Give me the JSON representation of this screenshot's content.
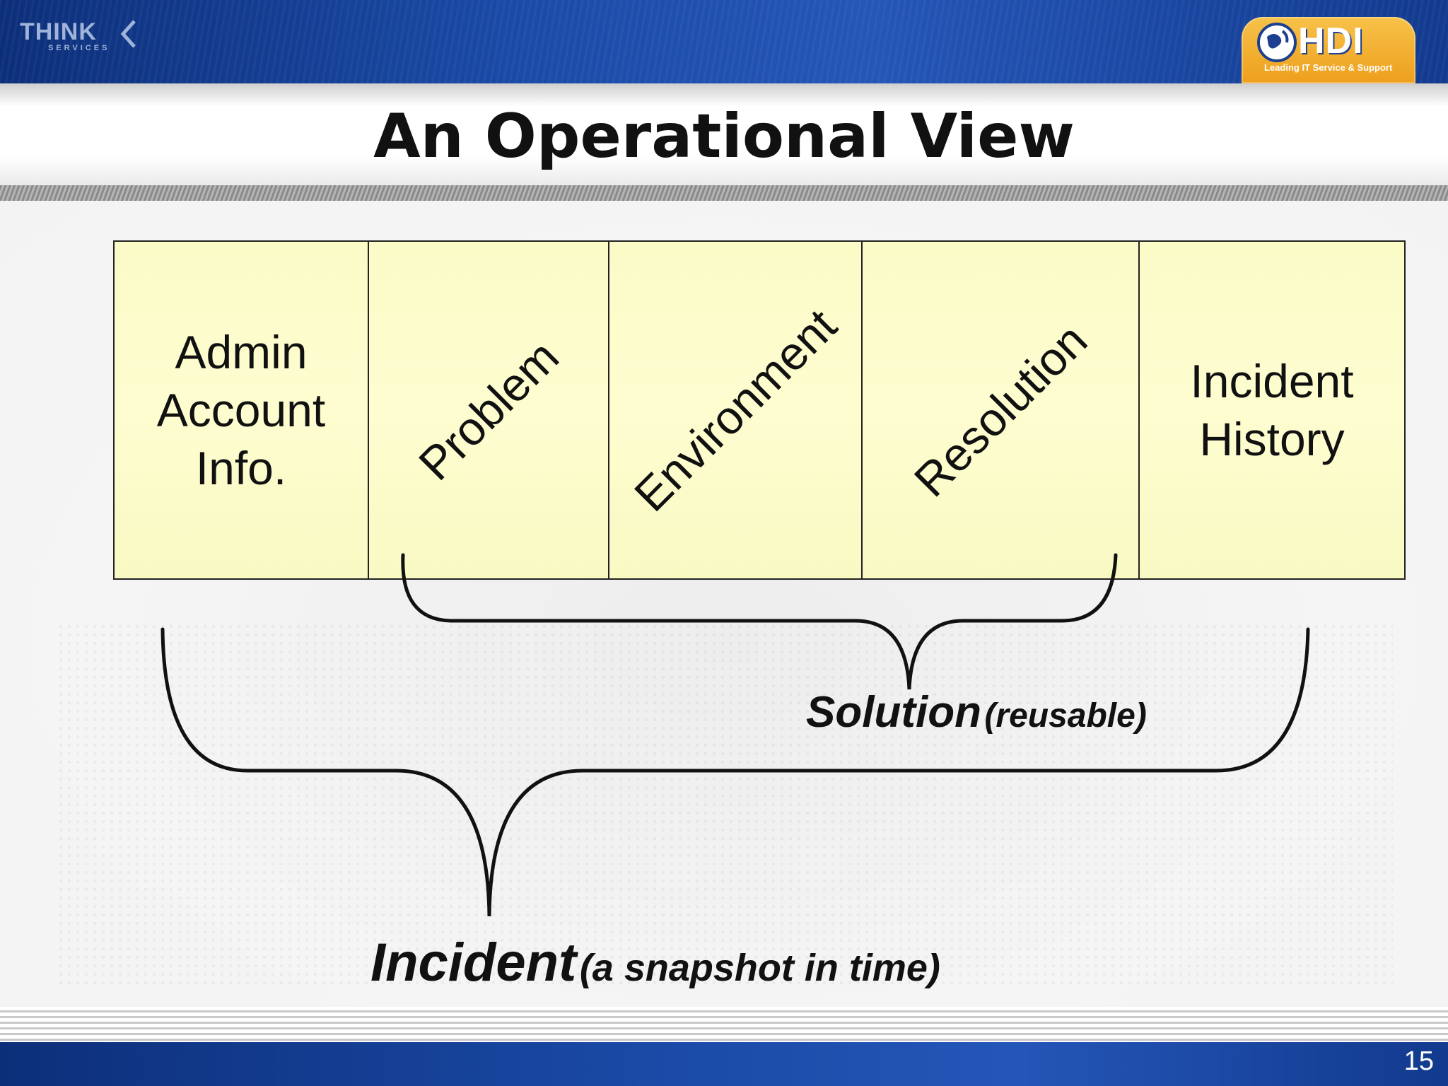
{
  "header": {
    "left_logo": {
      "word": "THINK",
      "sub": "SERVICES"
    },
    "right_logo": {
      "word": "HDI",
      "tagline": "Leading IT Service & Support"
    }
  },
  "slide": {
    "title": "An Operational View",
    "page_number": "15"
  },
  "table": {
    "cells": [
      {
        "lines": [
          "Admin",
          "Account",
          "Info."
        ]
      },
      {
        "rotated": "Problem"
      },
      {
        "rotated": "Environment"
      },
      {
        "rotated": "Resolution"
      },
      {
        "lines": [
          "Incident",
          "History"
        ]
      }
    ]
  },
  "labels": {
    "solution": {
      "main": "Solution",
      "note": "(reusable)"
    },
    "incident": {
      "main": "Incident",
      "note": "(a snapshot in time)"
    }
  },
  "colors": {
    "header_blue": "#1a4aa6",
    "cell_fill": "#fdfdd0",
    "hdi_orange": "#ee9f1c"
  }
}
